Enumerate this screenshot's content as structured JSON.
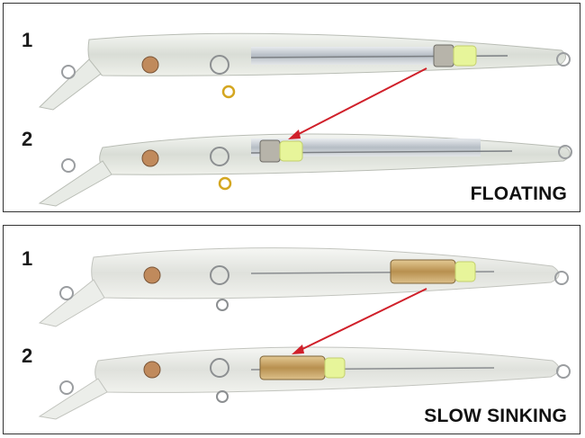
{
  "panels": [
    {
      "label": "FLOATING",
      "lures": [
        {
          "number": "1"
        },
        {
          "number": "2"
        }
      ]
    },
    {
      "label": "SLOW SINKING",
      "lures": [
        {
          "number": "1"
        },
        {
          "number": "2"
        }
      ]
    }
  ],
  "colors": {
    "arrow": "#d0202a",
    "border": "#333333",
    "weight_float": "#b7b4aa",
    "weight_sink": "#c9a86a",
    "foam": "#e7f59a"
  },
  "icons": [
    "lure-image",
    "weight-arrow-icon"
  ]
}
